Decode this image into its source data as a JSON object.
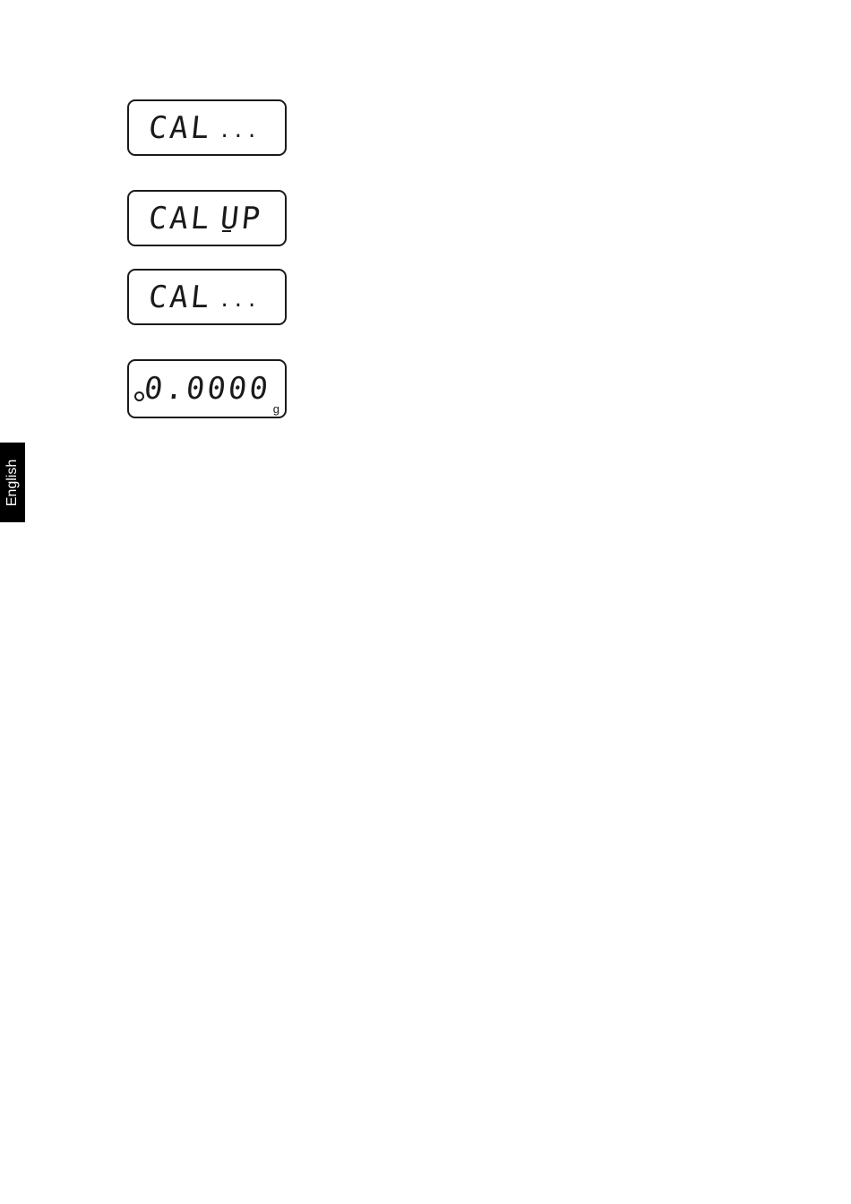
{
  "displays": [
    {
      "main": "CAL",
      "suffix": "..."
    },
    {
      "main": "CAL",
      "status": "UP"
    },
    {
      "main": "CAL",
      "suffix": "..."
    },
    {
      "reading": "0.0000",
      "unit": "g"
    }
  ],
  "side_tab": {
    "label": "English"
  }
}
